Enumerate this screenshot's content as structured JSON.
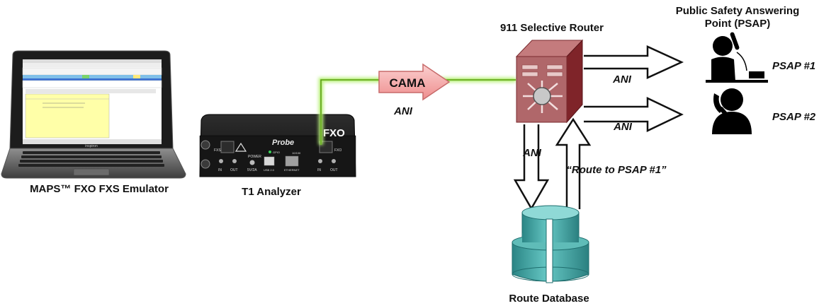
{
  "labels": {
    "emulator": "MAPS™ FXO FXS Emulator",
    "analyzer": "T1 Analyzer",
    "fxo": "FXO",
    "cama": "CAMA",
    "ani_cama": "ANI",
    "router": "911 Selective Router",
    "psap_title_1": "Public Safety Answering",
    "psap_title_2": "Point (PSAP)",
    "ani_psap1": "ANI",
    "ani_psap2": "ANI",
    "psap1": "PSAP #1",
    "psap2": "PSAP #2",
    "ani_db": "ANI",
    "route_to": "“Route to PSAP #1”",
    "route_db": "Route Database"
  },
  "device": {
    "brand": "Probe",
    "laptop_brand": "inspiron",
    "power_label": "POWER",
    "power_spec": "5V/2A",
    "usb_label": "USB 2.0",
    "eth_label": "ETHERNET",
    "speed_label": "10/100",
    "gpio_label": "GPIO",
    "fxs_label": "FXS",
    "fxo_label": "FXO",
    "in_label": "IN",
    "out_label": "OUT"
  },
  "colors": {
    "signal_line": "#8fdc3a",
    "cama_arrow": "#f4a3a3",
    "router_body": "#a8444a",
    "database": "#3fa3a3"
  }
}
